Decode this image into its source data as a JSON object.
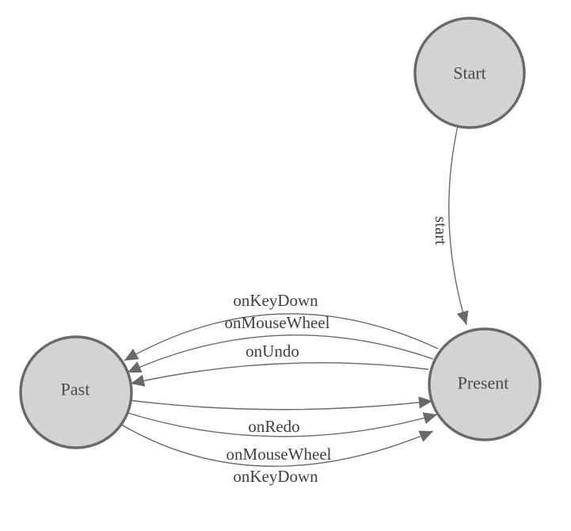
{
  "diagram": {
    "type": "state-machine",
    "nodes": [
      {
        "id": "start",
        "label": "Start"
      },
      {
        "id": "present",
        "label": "Present"
      },
      {
        "id": "past",
        "label": "Past"
      }
    ],
    "edges": [
      {
        "from": "Start",
        "to": "Present",
        "label": "start"
      },
      {
        "from": "Present",
        "to": "Past",
        "label": "onKeyDown"
      },
      {
        "from": "Present",
        "to": "Past",
        "label": "onMouseWheel"
      },
      {
        "from": "Present",
        "to": "Past",
        "label": "onUndo"
      },
      {
        "from": "Past",
        "to": "Present",
        "label": "onRedo"
      },
      {
        "from": "Past",
        "to": "Present",
        "label": "onMouseWheel"
      },
      {
        "from": "Past",
        "to": "Present",
        "label": "onKeyDown"
      }
    ],
    "colors": {
      "background": "#ffffff",
      "node_fill": "#d3d3d3",
      "node_stroke": "#696969",
      "edge_color": "#696969",
      "node_text": "#4a4a4a",
      "label_text": "#3f3f3f"
    }
  }
}
